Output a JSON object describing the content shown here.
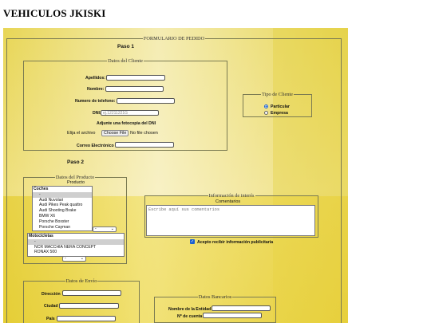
{
  "site_title": "VEHICULOS JKISKI",
  "form": {
    "legend": "FORMULARIO DE PEDIDO",
    "step1": "Paso 1",
    "step2": "Paso 2",
    "client": {
      "legend": "Datos del Cliente",
      "apellidos": "Apellidos:",
      "nombre": "Nombre:",
      "telefono": "Numero de telefono:",
      "dni": "DNI:",
      "dni_placeholder": "ej.12211221G",
      "adjunte": "Adjunte una fotocopia del DNI",
      "elija": "Elija el archivo",
      "choose_file": "Choose File",
      "no_file": "No file chosen",
      "correo": "Correo Electrónico"
    },
    "client_type": {
      "legend": "Tipo de Cliente",
      "options": [
        "Particular",
        "Empresa"
      ],
      "selected": "Particular"
    },
    "product": {
      "legend": "Datos del Producto",
      "title": "Producto",
      "cars_group": "Coches",
      "cars_selected": "-",
      "cars": [
        "Audi Nuvolari",
        "Audi Pikes Peak quattro",
        "Audi Shooting Brake",
        "BMW X6",
        "Porsche Boxster",
        "Porsche Cayman"
      ],
      "cars_select_value": "-",
      "motos_group": "Motocicletas",
      "motos_selected": "-",
      "motos": [
        "NCR MACCHIA NERA CONCEPT",
        "RONAX 500"
      ],
      "motos_select_value": "-"
    },
    "interest": {
      "legend": "Información de interés",
      "title": "Comentarios",
      "placeholder": "Escribe aquí sus comentarios",
      "checkbox_label": "Acepto recibir información publicitaria",
      "checkbox_checked": true
    },
    "shipping": {
      "legend": "Datos de Envío",
      "direccion": "Dirección",
      "ciudad": "Ciudad",
      "pais": "País"
    },
    "bank": {
      "legend": "Datos Bancarios",
      "entidad": "Nombre de la Entidad",
      "cuenta": "Nº de cuenta"
    }
  }
}
